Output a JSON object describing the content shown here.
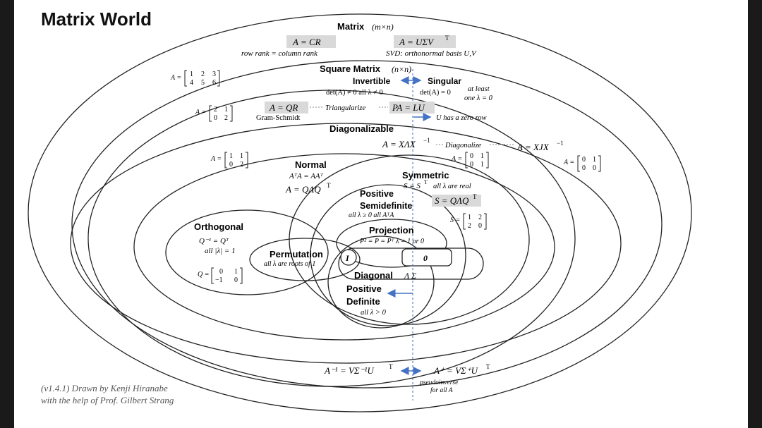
{
  "title": "Matrix World",
  "credits": {
    "line1": "(v1.4.1) Drawn by Kenji Hiranabe",
    "line2": "with the help of Prof. Gilbert Strang"
  },
  "colors": {
    "accent": "#4472c4",
    "box": "#d9d9d9",
    "ink": "#111111"
  },
  "outer": {
    "label": "Matrix",
    "dims": "(m×n)",
    "cr": "A = CR",
    "cr_note": "row rank = column rank",
    "svd": "A = UΣV",
    "svd_sup": "T",
    "svd_note": "SVD: orthonormal basis U,V",
    "example": [
      "A =",
      "1",
      "2",
      "3",
      "4",
      "5",
      "6"
    ]
  },
  "square": {
    "label": "Square Matrix",
    "dims": "(n×n)",
    "invertible": "Invertible",
    "singular": "Singular",
    "inv_note": "det(A) ≠ 0  all λ ≠ 0",
    "sing_note": "det(A) = 0",
    "sing_note2": "at least",
    "sing_note3": "one λ = 0",
    "qr": "A = QR",
    "gram": "Gram-Schmidt",
    "triangularize": "Triangularize",
    "lu": "PA = LU",
    "zero_row": "U has a zero row",
    "example": [
      "A =",
      "2",
      "1",
      "0",
      "2"
    ]
  },
  "diag": {
    "label": "Diagonalizable",
    "formula": "A = XΛX",
    "formula_sup": "−1",
    "diagonalize": "Diagonalize",
    "jordan": "A = XJX",
    "jordan_sup": "−1",
    "ex_left": [
      "A =",
      "1",
      "1",
      "0",
      "2"
    ],
    "ex_mid": [
      "A =",
      "0",
      "1",
      "0",
      "1"
    ],
    "ex_right": [
      "A =",
      "0",
      "1",
      "0",
      "0"
    ]
  },
  "normal": {
    "label": "Normal",
    "cond": "AᵀA = AAᵀ",
    "formula": "A = QΛQ",
    "formula_sup": "T"
  },
  "symmetric": {
    "label": "Symmetric",
    "cond": "S = S",
    "cond_sup": "T",
    "real": "all λ are real",
    "formula": "S = QΛQ",
    "formula_sup": "T",
    "example": [
      "S =",
      "1",
      "2",
      "2",
      "0"
    ]
  },
  "psd": {
    "label1": "Positive",
    "label2": "Semidefinite",
    "cond": "all λ ≥ 0   all AᵀA"
  },
  "projection": {
    "label": "Projection",
    "cond": "P² = P = Pᵀ  λ = 1 or 0"
  },
  "orthogonal": {
    "label": "Orthogonal",
    "cond1": "Q⁻¹ = Qᵀ",
    "cond2": "all |λ| = 1",
    "example": [
      "Q =",
      "0",
      "1",
      "−1",
      "0"
    ]
  },
  "permutation": {
    "label": "Permutation",
    "cond": "all λ are roots of 1"
  },
  "identity": "I",
  "zero": "0",
  "diagonal": {
    "label": "Diagonal",
    "sym": "Λ  Σ"
  },
  "pd": {
    "label1": "Positive",
    "label2": "Definite",
    "cond": "all λ > 0"
  },
  "bottom": {
    "inverse": "A⁻¹ = VΣ⁻¹U",
    "inverse_sup": "T",
    "pinv": "A⁺ = VΣ⁺U",
    "pinv_sup": "T",
    "pinv_note1": "pseudoinverse",
    "pinv_note2": "for all A"
  }
}
